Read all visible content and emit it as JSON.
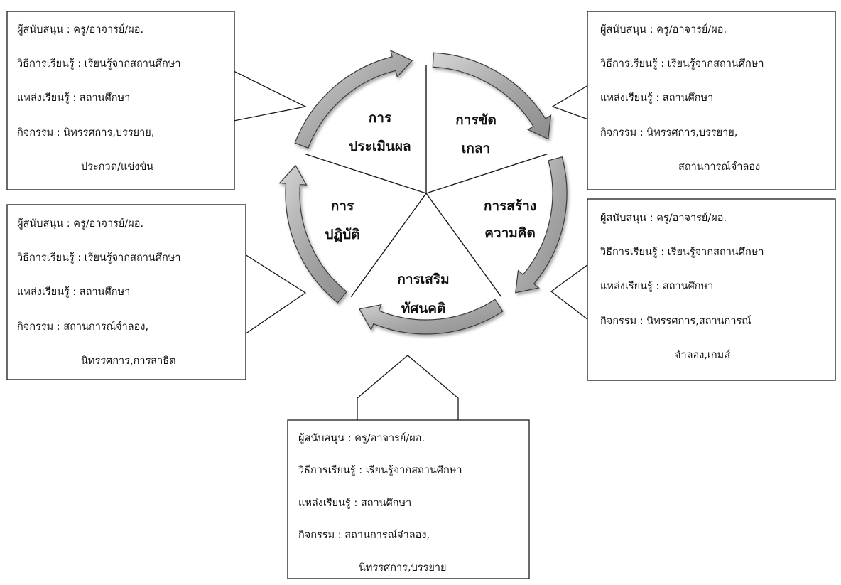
{
  "cycle": {
    "segments": [
      {
        "id": "evaluation",
        "lines": [
          "การ",
          "ประเมินผล"
        ]
      },
      {
        "id": "refine",
        "lines": [
          "การขัด",
          "เกลา"
        ]
      },
      {
        "id": "thinking",
        "lines": [
          "การสร้าง",
          "ความคิด"
        ]
      },
      {
        "id": "attitude",
        "lines": [
          "การเสริม",
          "ทัศนคติ"
        ]
      },
      {
        "id": "practice",
        "lines": [
          "การ",
          "ปฏิบัติ"
        ]
      }
    ]
  },
  "callouts": {
    "top_left": {
      "supporter": "ผู้สนับสนุน : ครู/อาจารย์/ผอ.",
      "method": "วิธีการเรียนรู้ : เรียนรู้จากสถานศึกษา",
      "source": "แหล่งเรียนรู้ : สถานศึกษา",
      "activity": "กิจกรรม : นิทรรศการ,บรรยาย,",
      "activity_cont": "ประกวด/แข่งขัน"
    },
    "top_right": {
      "supporter": "ผู้สนับสนุน : ครู/อาจารย์/ผอ.",
      "method": "วิธีการเรียนรู้ : เรียนรู้จากสถานศึกษา",
      "source": "แหล่งเรียนรู้ : สถานศึกษา",
      "activity": "กิจกรรม : นิทรรศการ,บรรยาย,",
      "activity_cont": "สถานการณ์จำลอง"
    },
    "mid_left": {
      "supporter": "ผู้สนับสนุน : ครู/อาจารย์/ผอ.",
      "method": "วิธีการเรียนรู้ : เรียนรู้จากสถานศึกษา",
      "source": "แหล่งเรียนรู้ : สถานศึกษา",
      "activity": "กิจกรรม : สถานการณ์จำลอง,",
      "activity_cont": "นิทรรศการ,การสาธิต"
    },
    "mid_right": {
      "supporter": "ผู้สนับสนุน : ครู/อาจารย์/ผอ.",
      "method": "วิธีการเรียนรู้ : เรียนรู้จากสถานศึกษา",
      "source": "แหล่งเรียนรู้ : สถานศึกษา",
      "activity": "กิจกรรม : นิทรรศการ,สถานการณ์",
      "activity_cont": "จำลอง,เกมส์"
    },
    "bottom": {
      "supporter": "ผู้สนับสนุน : ครู/อาจารย์/ผอ.",
      "method": "วิธีการเรียนรู้ : เรียนรู้จากสถานศึกษา",
      "source": "แหล่งเรียนรู้ : สถานศึกษา",
      "activity": "กิจกรรม : สถานการณ์จำลอง,",
      "activity_cont": "นิทรรศการ,บรรยาย"
    }
  },
  "colors": {
    "arrow_fill": "#b4b4b4",
    "arrow_edge": "#3a3a3a",
    "line": "#1a1a1a"
  }
}
